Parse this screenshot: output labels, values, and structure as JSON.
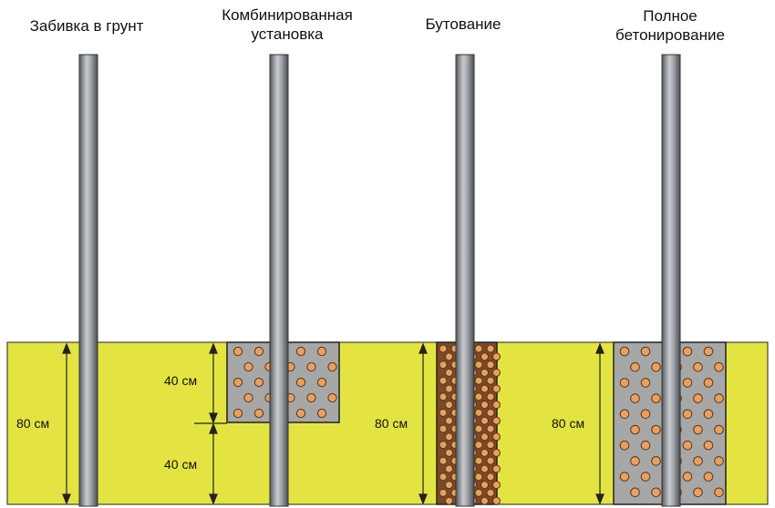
{
  "methods": [
    {
      "title_lines": [
        "Забивка в грунт"
      ]
    },
    {
      "title_lines": [
        "Комбинированная",
        "установка"
      ]
    },
    {
      "title_lines": [
        "Бутование"
      ]
    },
    {
      "title_lines": [
        "Полное",
        "бетонирование"
      ]
    }
  ],
  "dimensions": {
    "full_depth": "80 см",
    "combined_top": "40 см",
    "combined_bottom": "40 см",
    "rubble_depth": "80 см",
    "concrete_depth": "80 см"
  },
  "colors": {
    "soil": "#e3e442",
    "concrete": "#a6a7a7",
    "stone": "#e8a060",
    "rubble": "#7a4a26",
    "pipe": "#9a9ea2"
  }
}
